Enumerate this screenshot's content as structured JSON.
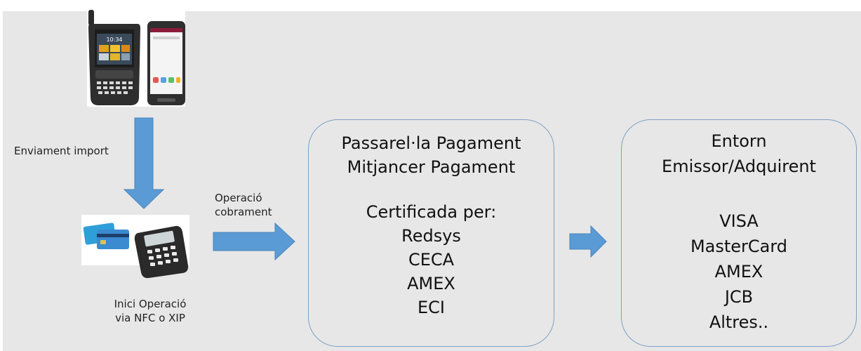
{
  "labels": {
    "send_amount": "Enviament import",
    "charge_op": [
      "Operació",
      "cobrament"
    ],
    "start_op": [
      "Inici Operació",
      "via NFC o XIP"
    ]
  },
  "gateway": {
    "title_lines": [
      "Passarel·la Pagament",
      "Mitjancer Pagament"
    ],
    "certified_heading": "Certificada per:",
    "certifiers": [
      "Redsys",
      "CECA",
      "AMEX",
      "ECI"
    ]
  },
  "issuer": {
    "title_lines": [
      "Entorn",
      "Emissor/Adquirent"
    ],
    "networks": [
      "VISA",
      "MasterCard",
      "AMEX",
      "JCB",
      "Altres.."
    ]
  },
  "phone1": {
    "clock": "10:34"
  },
  "colors": {
    "arrow": "#5b9bd5",
    "box_border": "#7ea0c4",
    "background": "#e7e7e7"
  }
}
